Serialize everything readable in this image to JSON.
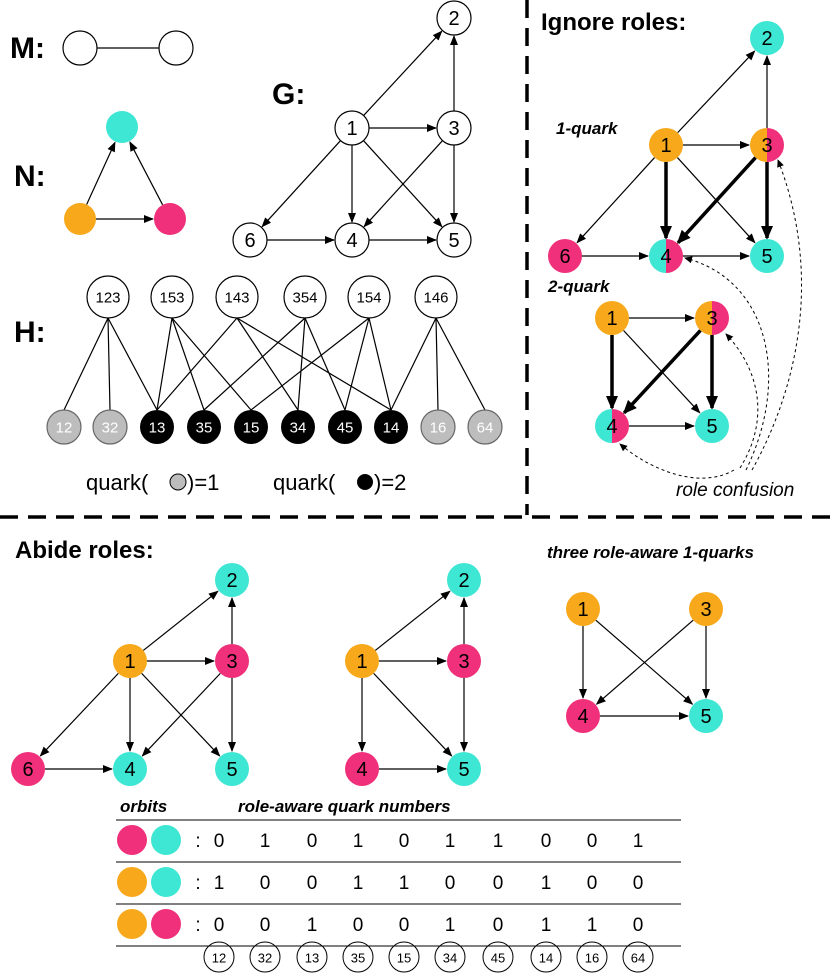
{
  "labels": {
    "M": "M:",
    "N": "N:",
    "G": "G:",
    "H": "H:",
    "ignore_roles": "Ignore roles:",
    "one_quark": "1-quark",
    "two_quark": "2-quark",
    "role_confusion": "role confusion",
    "abide_roles": "Abide roles:",
    "three_role_aware": "three role-aware 1-quarks",
    "orbits": "orbits",
    "role_aware_quark_numbers": "role-aware quark numbers",
    "quark1_prefix": "quark(",
    "quark1_suffix": ")=1",
    "quark2_prefix": "quark(",
    "quark2_suffix": ")=2"
  },
  "colors": {
    "orange": "#f7a81b",
    "cyan": "#3ee6d4",
    "magenta": "#f0307a",
    "gray": "#bdbdbd",
    "black": "#000000",
    "white": "#ffffff"
  },
  "graph_nodes": [
    "1",
    "2",
    "3",
    "4",
    "5",
    "6"
  ],
  "h_top_nodes": [
    "123",
    "153",
    "143",
    "354",
    "154",
    "146"
  ],
  "h_bottom_nodes": [
    "12",
    "32",
    "13",
    "35",
    "15",
    "34",
    "45",
    "14",
    "16",
    "64"
  ],
  "table": {
    "colon": ":",
    "rows": [
      {
        "orbits": [
          "magenta",
          "cyan"
        ],
        "values": [
          "0",
          "1",
          "0",
          "1",
          "0",
          "1",
          "1",
          "0",
          "0",
          "1"
        ]
      },
      {
        "orbits": [
          "orange",
          "cyan"
        ],
        "values": [
          "1",
          "0",
          "0",
          "1",
          "1",
          "0",
          "0",
          "1",
          "0",
          "0"
        ]
      },
      {
        "orbits": [
          "orange",
          "magenta"
        ],
        "values": [
          "0",
          "0",
          "1",
          "0",
          "0",
          "1",
          "0",
          "1",
          "1",
          "0"
        ]
      }
    ],
    "columns": [
      "12",
      "32",
      "13",
      "35",
      "15",
      "34",
      "45",
      "14",
      "16",
      "64"
    ]
  }
}
